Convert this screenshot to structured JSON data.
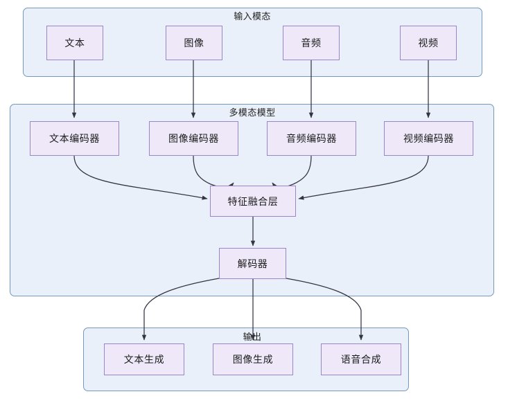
{
  "diagram": {
    "title_input": "输入模态",
    "title_model": "多模态模型",
    "title_output": "输出",
    "colors": {
      "panel_fill": "#e9f0f9",
      "panel_border": "#7399bd",
      "node_fill": "#eee8f8",
      "node_border": "#9a85c9",
      "edge": "#333344",
      "background": "#ffffff"
    },
    "inputs": [
      {
        "label": "文本"
      },
      {
        "label": "图像"
      },
      {
        "label": "音频"
      },
      {
        "label": "视频"
      }
    ],
    "encoders": [
      {
        "label": "文本编码器"
      },
      {
        "label": "图像编码器"
      },
      {
        "label": "音频编码器"
      },
      {
        "label": "视频编码器"
      }
    ],
    "fusion": {
      "label": "特征融合层"
    },
    "decoder": {
      "label": "解码器"
    },
    "outputs": [
      {
        "label": "文本生成"
      },
      {
        "label": "图像生成"
      },
      {
        "label": "语音合成"
      }
    ]
  }
}
